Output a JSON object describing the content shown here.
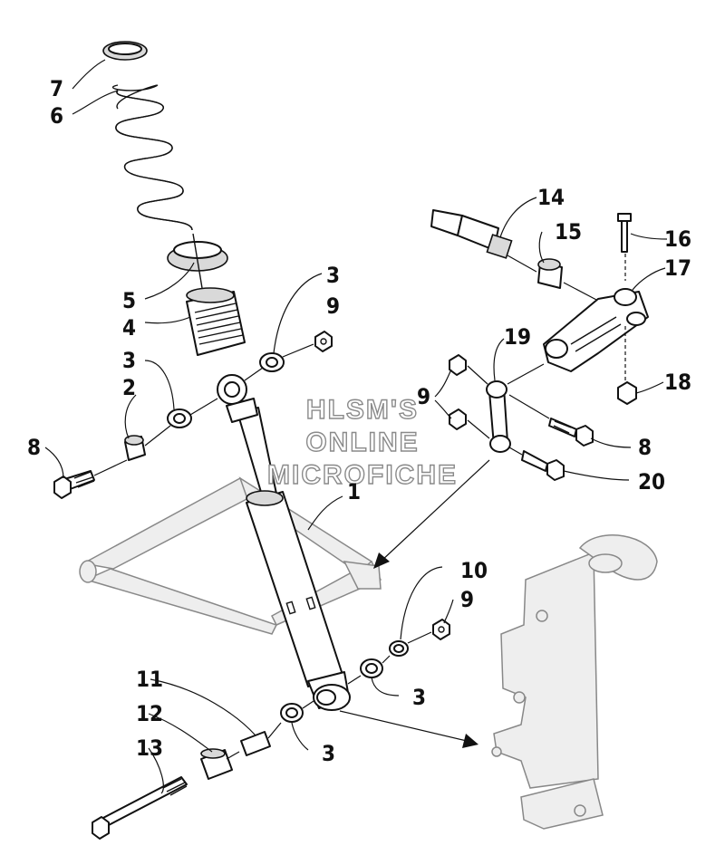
{
  "watermark": {
    "line1": "HLSM'S",
    "line2": "ONLINE",
    "line3": "MICROFICHE"
  },
  "callouts": {
    "c1": "1",
    "c2": "2",
    "c3a": "3",
    "c3b": "3",
    "c3c": "3",
    "c3d": "3",
    "c4": "4",
    "c5": "5",
    "c6": "6",
    "c7": "7",
    "c8a": "8",
    "c8b": "8",
    "c9a": "9",
    "c9b": "9",
    "c9c": "9",
    "c10": "10",
    "c11": "11",
    "c12": "12",
    "c13": "13",
    "c14": "14",
    "c15": "15",
    "c16": "16",
    "c17": "17",
    "c18": "18",
    "c19": "19",
    "c20": "20"
  }
}
